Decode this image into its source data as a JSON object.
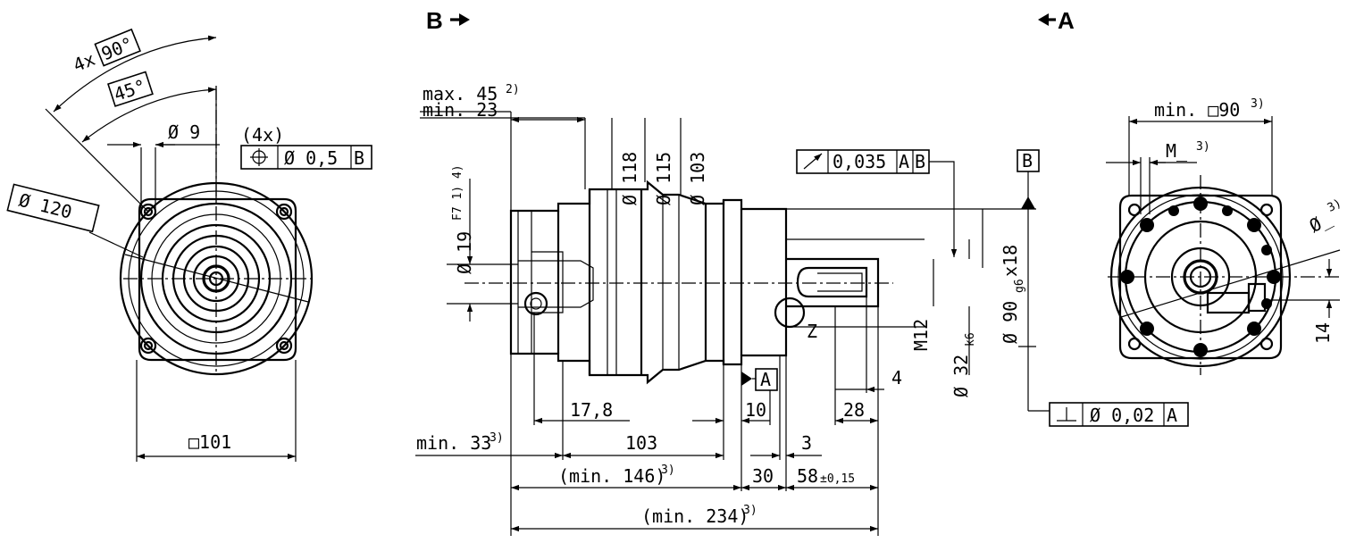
{
  "view_labels": {
    "b": "B",
    "a": "A"
  },
  "left_view": {
    "angle_count": "4x",
    "angle_90": "90°",
    "angle_45": "45°",
    "hole_dia": "Ø 9",
    "hole_count": "(4x)",
    "position_tol": "Ø 0,5",
    "position_datum": "B",
    "pitch_dia": "Ø 120",
    "flange_square": "□101"
  },
  "side_view": {
    "max_len": "max. 45",
    "max_len_note": "2)",
    "min_len": "min. 23",
    "bore_dia": "Ø 19",
    "bore_fit": "F7 1) 4)",
    "dia_118": "Ø 118",
    "dia_115": "Ø 115",
    "dia_103": "Ø 103",
    "runout_tol": "0,035",
    "runout_datum_a": "A",
    "runout_datum_b": "B",
    "datum_b": "B",
    "datum_a": "A",
    "pilot_dia": "Ø 90",
    "pilot_fit": "g6",
    "pilot_depth": "x18",
    "shaft_dia": "Ø 32",
    "shaft_fit": "k6",
    "thread": "M12",
    "detail_z": "Z",
    "dim_4": "4",
    "dim_17_8": "17,8",
    "dim_10": "10",
    "dim_28": "28",
    "dim_min33": "min. 33",
    "dim_min33_note": "3)",
    "dim_103": "103",
    "dim_3": "3",
    "dim_min146": "(min. 146)",
    "dim_min146_note": "3)",
    "dim_30": "30",
    "dim_58": "58",
    "dim_58_tol": "±0,15",
    "dim_min234": "(min. 234)",
    "dim_min234_note": "3)",
    "perp_tol": "Ø 0,02",
    "perp_datum": "A"
  },
  "right_view": {
    "min_square": "min. □90",
    "min_square_note": "3)",
    "thread_m": "M_",
    "thread_note": "3)",
    "pcd": "Ø_",
    "pcd_note": "3)",
    "dim_14": "14"
  }
}
